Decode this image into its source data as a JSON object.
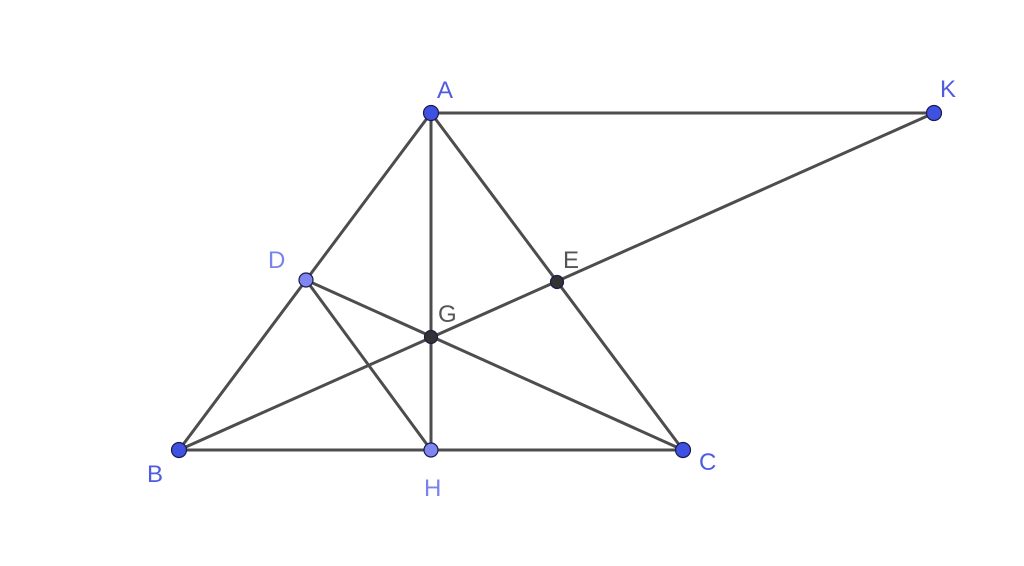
{
  "colors": {
    "free_point": "#3f51e0",
    "semi_free_point": "#7f86f0",
    "dependent_point": "#333333",
    "segment": "#4d4d4d",
    "free_label": "#4f5be0",
    "semi_free_label": "#7a82ee",
    "dependent_label": "#555555"
  },
  "points": [
    {
      "name": "A",
      "kind": "free"
    },
    {
      "name": "K",
      "kind": "free"
    },
    {
      "name": "B",
      "kind": "free"
    },
    {
      "name": "C",
      "kind": "free"
    },
    {
      "name": "D",
      "kind": "semi_free"
    },
    {
      "name": "H",
      "kind": "semi_free"
    },
    {
      "name": "E",
      "kind": "dependent"
    },
    {
      "name": "G",
      "kind": "dependent"
    }
  ],
  "segments": [
    [
      "A",
      "K"
    ],
    [
      "A",
      "B"
    ],
    [
      "A",
      "C"
    ],
    [
      "B",
      "C"
    ],
    [
      "A",
      "H"
    ],
    [
      "B",
      "K"
    ],
    [
      "D",
      "C"
    ],
    [
      "D",
      "H"
    ]
  ]
}
